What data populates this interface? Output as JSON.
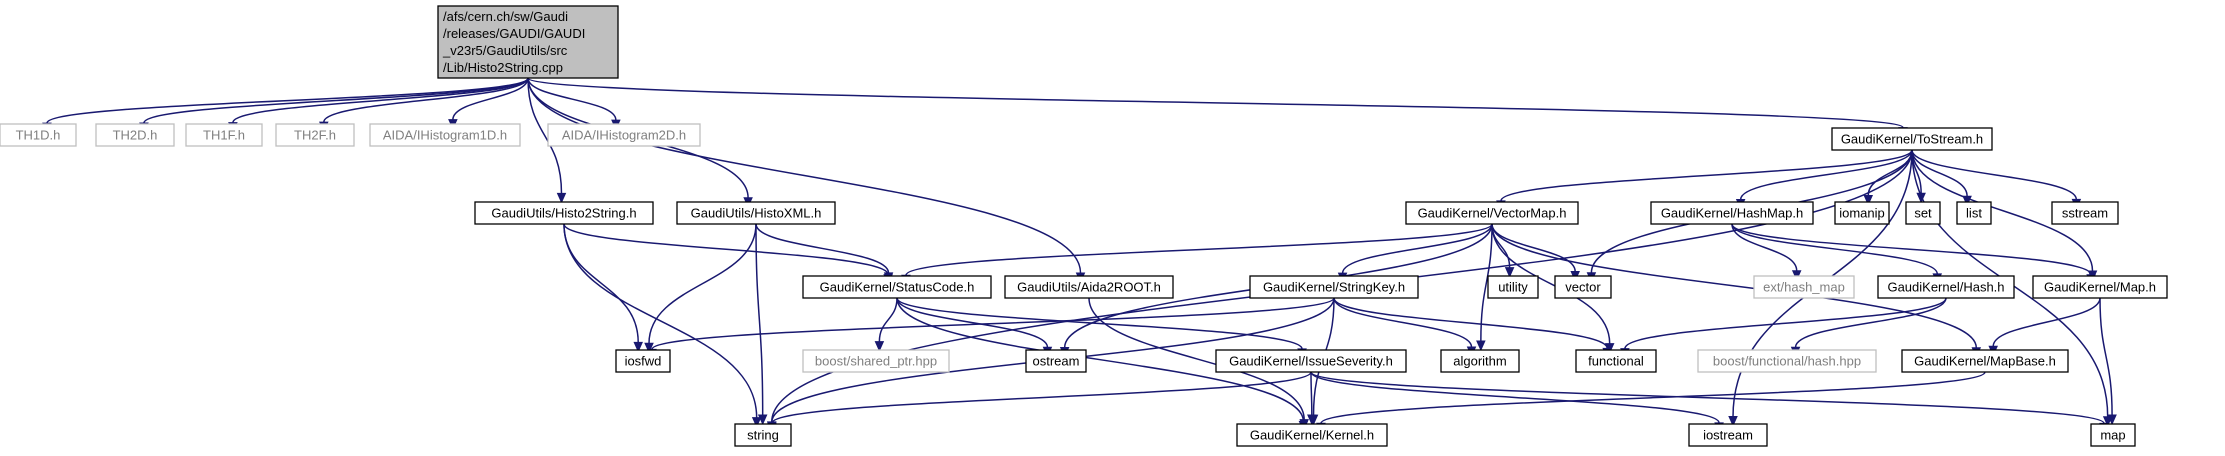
{
  "nodes": {
    "root": {
      "lines": [
        "/afs/cern.ch/sw/Gaudi",
        "/releases/GAUDI/GAUDI",
        "_v23r5/GaudiUtils/src",
        "/Lib/Histo2String.cpp"
      ],
      "style": "root"
    },
    "th1d": {
      "label": "TH1D.h",
      "style": "ext"
    },
    "th2d": {
      "label": "TH2D.h",
      "style": "ext"
    },
    "th1f": {
      "label": "TH1F.h",
      "style": "ext"
    },
    "th2f": {
      "label": "TH2F.h",
      "style": "ext"
    },
    "ihisto1d": {
      "label": "AIDA/IHistogram1D.h",
      "style": "ext"
    },
    "ihisto2d": {
      "label": "AIDA/IHistogram2D.h",
      "style": "ext"
    },
    "tostream": {
      "label": "GaudiKernel/ToStream.h",
      "style": "int"
    },
    "histo2string": {
      "label": "GaudiUtils/Histo2String.h",
      "style": "int"
    },
    "histoxml": {
      "label": "GaudiUtils/HistoXML.h",
      "style": "int"
    },
    "vectormap": {
      "label": "GaudiKernel/VectorMap.h",
      "style": "int"
    },
    "hashmap": {
      "label": "GaudiKernel/HashMap.h",
      "style": "int"
    },
    "iomanip": {
      "label": "iomanip",
      "style": "int"
    },
    "set": {
      "label": "set",
      "style": "int"
    },
    "list": {
      "label": "list",
      "style": "int"
    },
    "sstream": {
      "label": "sstream",
      "style": "int"
    },
    "statuscode": {
      "label": "GaudiKernel/StatusCode.h",
      "style": "int"
    },
    "aida2root": {
      "label": "GaudiUtils/Aida2ROOT.h",
      "style": "int"
    },
    "stringkey": {
      "label": "GaudiKernel/StringKey.h",
      "style": "int"
    },
    "utility": {
      "label": "utility",
      "style": "int"
    },
    "vector": {
      "label": "vector",
      "style": "int"
    },
    "ext_hash_map": {
      "label": "ext/hash_map",
      "style": "ext"
    },
    "hash": {
      "label": "GaudiKernel/Hash.h",
      "style": "int"
    },
    "map_h": {
      "label": "GaudiKernel/Map.h",
      "style": "int"
    },
    "iosfwd": {
      "label": "iosfwd",
      "style": "int"
    },
    "shared_ptr": {
      "label": "boost/shared_ptr.hpp",
      "style": "ext"
    },
    "ostream": {
      "label": "ostream",
      "style": "int"
    },
    "issueseverity": {
      "label": "GaudiKernel/IssueSeverity.h",
      "style": "int"
    },
    "algorithm": {
      "label": "algorithm",
      "style": "int"
    },
    "functional": {
      "label": "functional",
      "style": "int"
    },
    "boost_hash": {
      "label": "boost/functional/hash.hpp",
      "style": "ext"
    },
    "mapbase": {
      "label": "GaudiKernel/MapBase.h",
      "style": "int"
    },
    "string": {
      "label": "string",
      "style": "int"
    },
    "kernel": {
      "label": "GaudiKernel/Kernel.h",
      "style": "int"
    },
    "iostream": {
      "label": "iostream",
      "style": "int"
    },
    "map": {
      "label": "map",
      "style": "int"
    }
  },
  "edges": [
    [
      "root",
      "th1d"
    ],
    [
      "root",
      "th2d"
    ],
    [
      "root",
      "th1f"
    ],
    [
      "root",
      "th2f"
    ],
    [
      "root",
      "ihisto1d"
    ],
    [
      "root",
      "ihisto2d"
    ],
    [
      "root",
      "tostream"
    ],
    [
      "root",
      "histo2string"
    ],
    [
      "root",
      "histoxml"
    ],
    [
      "root",
      "aida2root"
    ],
    [
      "tostream",
      "string"
    ],
    [
      "tostream",
      "vectormap"
    ],
    [
      "tostream",
      "hashmap"
    ],
    [
      "tostream",
      "iomanip"
    ],
    [
      "tostream",
      "set"
    ],
    [
      "tostream",
      "list"
    ],
    [
      "tostream",
      "sstream"
    ],
    [
      "tostream",
      "vector"
    ],
    [
      "tostream",
      "map_h"
    ],
    [
      "tostream",
      "iostream"
    ],
    [
      "tostream",
      "map"
    ],
    [
      "histo2string",
      "statuscode"
    ],
    [
      "histo2string",
      "iosfwd"
    ],
    [
      "histo2string",
      "string"
    ],
    [
      "histoxml",
      "statuscode"
    ],
    [
      "histoxml",
      "iosfwd"
    ],
    [
      "histoxml",
      "string"
    ],
    [
      "vectormap",
      "statuscode"
    ],
    [
      "vectormap",
      "ostream"
    ],
    [
      "vectormap",
      "stringkey"
    ],
    [
      "vectormap",
      "utility"
    ],
    [
      "vectormap",
      "vector"
    ],
    [
      "vectormap",
      "algorithm"
    ],
    [
      "vectormap",
      "functional"
    ],
    [
      "vectormap",
      "mapbase"
    ],
    [
      "hashmap",
      "ext_hash_map"
    ],
    [
      "hashmap",
      "hash"
    ],
    [
      "hashmap",
      "map_h"
    ],
    [
      "statuscode",
      "shared_ptr"
    ],
    [
      "statuscode",
      "ostream"
    ],
    [
      "statuscode",
      "issueseverity"
    ],
    [
      "statuscode",
      "kernel"
    ],
    [
      "aida2root",
      "kernel"
    ],
    [
      "stringkey",
      "iosfwd"
    ],
    [
      "stringkey",
      "string"
    ],
    [
      "stringkey",
      "algorithm"
    ],
    [
      "stringkey",
      "functional"
    ],
    [
      "stringkey",
      "kernel"
    ],
    [
      "issueseverity",
      "string"
    ],
    [
      "issueseverity",
      "kernel"
    ],
    [
      "issueseverity",
      "iostream"
    ],
    [
      "issueseverity",
      "map"
    ],
    [
      "hash",
      "functional"
    ],
    [
      "hash",
      "boost_hash"
    ],
    [
      "map_h",
      "mapbase"
    ],
    [
      "map_h",
      "map"
    ],
    [
      "mapbase",
      "kernel"
    ]
  ],
  "colors": {
    "edge": "#191970",
    "root_fill": "#bfbfbf",
    "node_fill": "#ffffff",
    "node_border": "#000000",
    "ext_border": "#bfbfbf",
    "ext_text": "#808080",
    "text": "#000000"
  }
}
